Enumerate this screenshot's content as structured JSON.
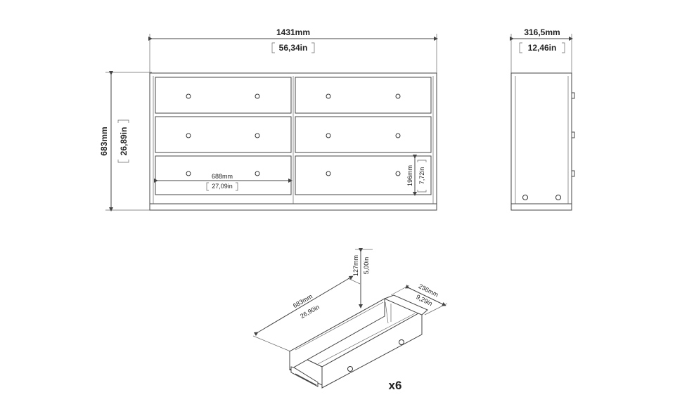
{
  "front": {
    "width_mm": "1431mm",
    "width_in": "56,34in",
    "height_mm": "683mm",
    "height_in": "26,89in",
    "drawer_width_mm": "688mm",
    "drawer_width_in": "27,09in",
    "drawer_height_mm": "196mm",
    "drawer_height_in": "7,72in"
  },
  "side": {
    "depth_mm": "316,5mm",
    "depth_in": "12,46in"
  },
  "drawer": {
    "length_mm": "683mm",
    "length_in": "26,90in",
    "height_mm": "127mm",
    "height_in": "5,00in",
    "width_mm": "236mm",
    "width_in": "9,29in",
    "quantity": "x6"
  }
}
